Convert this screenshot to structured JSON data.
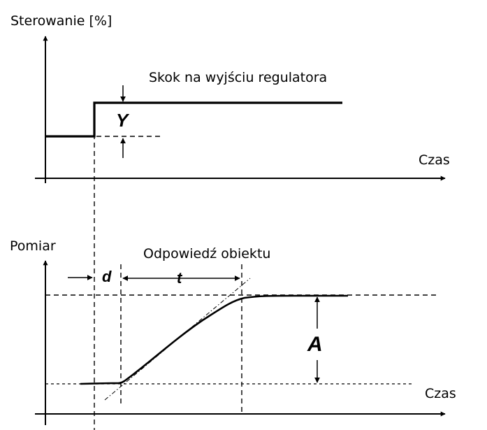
{
  "top_plot": {
    "y_axis_label": "Sterowanie [%]",
    "x_axis_label": "Czas",
    "step_label": "Skok na wyjściu regulatora",
    "step_symbol": "Y"
  },
  "bottom_plot": {
    "y_axis_label": "Pomiar",
    "x_axis_label": "Czas",
    "response_label": "Odpowiedź obiektu",
    "delay_symbol": "d",
    "time_constant_symbol": "t",
    "amplitude_symbol": "A"
  }
}
